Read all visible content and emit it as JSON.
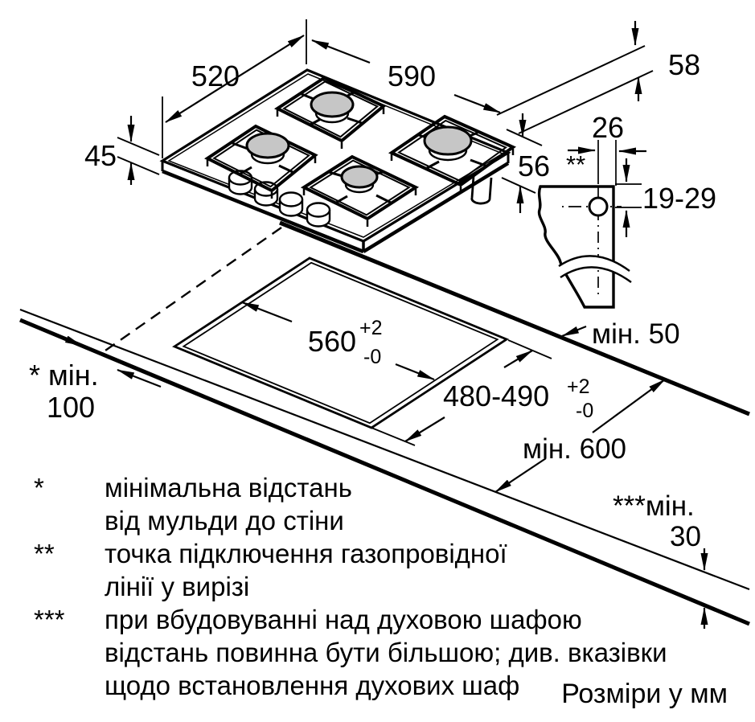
{
  "diagram": {
    "unit_note": "Розміри у мм",
    "colors": {
      "line": "#000000",
      "burner_cap": "#c6c6c6",
      "background": "#ffffff"
    },
    "dims": {
      "hob_depth": "520",
      "hob_width": "590",
      "above_counter": "58",
      "hob_height": "45",
      "below_counter": "56",
      "gas_offset": "26",
      "gas_point_marker": "**",
      "gas_vertical_range": "19-29",
      "min_back_clearance": "мін. 50",
      "cutout_width": "560",
      "cutout_width_tol_plus": "+2",
      "cutout_width_tol_minus": "-0",
      "cutout_depth": "480-490",
      "cutout_depth_tol_plus": "+2",
      "cutout_depth_tol_minus": "-0",
      "min_worktop_depth": "мін. 600",
      "min_wall_line1": "* мін.",
      "min_wall_line2": "100",
      "min_oven_line1": "***мін.",
      "min_oven_line2": "30"
    },
    "footnotes": [
      {
        "marker": "*",
        "lines": [
          "мінімальна відстань",
          "від мульди до стіни"
        ]
      },
      {
        "marker": "**",
        "lines": [
          "точка підключення газопровідної",
          "лінії у вирізі"
        ]
      },
      {
        "marker": "***",
        "lines": [
          "при вбудовуванні над духовою шафою",
          "відстань повинна бути більшою; див. вказівки",
          "щодо встановлення духових шаф"
        ]
      }
    ]
  }
}
